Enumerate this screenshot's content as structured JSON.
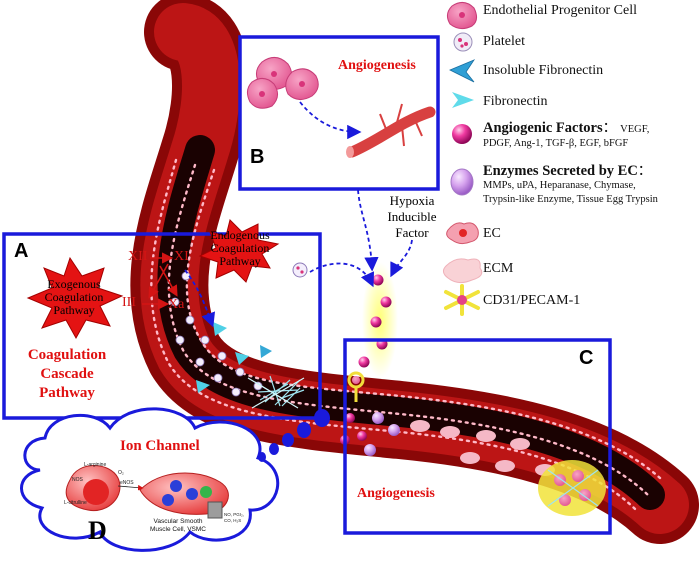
{
  "legend": {
    "epc": "Endothelial Progenitor Cell",
    "platelet": "Platelet",
    "insoluble_fn": "Insoluble Fibronectin",
    "fn": "Fibronectin",
    "angio_factors_title": "Angiogenic Factors",
    "angio_factors_colon": "：",
    "angio_factors_list_a": "VEGF,",
    "angio_factors_list_b": "PDGF, Ang-1, TGF-β, EGF, bFGF",
    "enzymes_title": "Enzymes Secreted by EC",
    "enzymes_colon": "：",
    "enzymes_list_a": "MMPs, uPA, Heparanase, Chymase,",
    "enzymes_list_b": "Trypsin-like Enzyme, Tissue Egg Trypsin",
    "ec": "EC",
    "ecm": "ECM",
    "cd31": "CD31/PECAM-1"
  },
  "panel_a": {
    "letter": "A",
    "exo_1": "Exogenous",
    "exo_2": "Coagulation",
    "exo_3": "Pathway",
    "endo_1": "Endogenous",
    "endo_2": "Coagulation",
    "endo_3": "Pathway",
    "f12": "XII",
    "f11": "XI",
    "f3": "III",
    "f10a": "Xa",
    "title_1": "Coagulation",
    "title_2": "Cascade",
    "title_3": "Pathway"
  },
  "panel_b": {
    "letter": "B",
    "title": "Angiogenesis"
  },
  "panel_c": {
    "letter": "C",
    "title": "Angiogenesis"
  },
  "panel_d": {
    "letter": "D",
    "title": "Ion Channel",
    "l_arginine": "L-arginine",
    "o2": "O₂",
    "nos": "NOS",
    "enos": "eNOS",
    "l_citrulline": "L-citrulline",
    "vsmc_1": "Vascular Smooth",
    "vsmc_2": "Muscle Cell, VSMC",
    "no_1": "NO, PGI₂,",
    "no_2": "CO, H₂S"
  },
  "hif": {
    "l1": "Hypoxia",
    "l2": "Inducible",
    "l3": "Factor"
  },
  "colors": {
    "panel_border": "#1a1adb",
    "red_title": "#e01010",
    "vessel": "#9c0b0b",
    "lumen": "#1a0202"
  }
}
